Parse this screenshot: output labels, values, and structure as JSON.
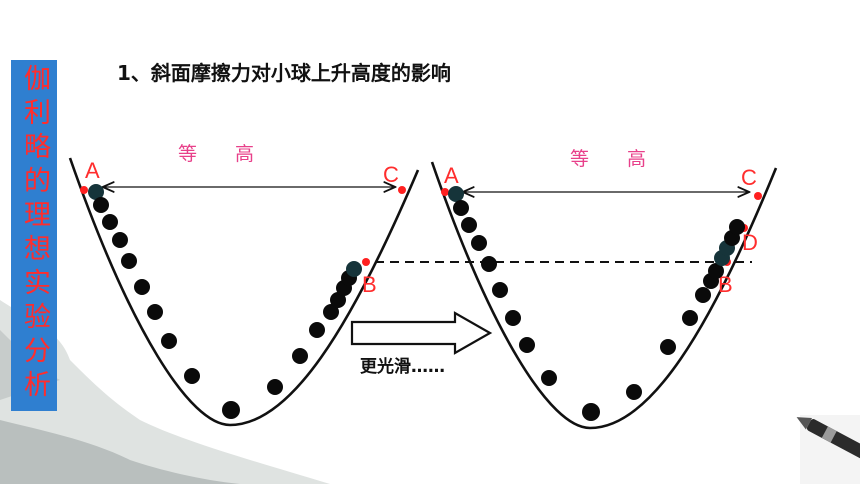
{
  "side_title": "伽利略的理想实验分析",
  "heading": "1、斜面摩擦力对小球上升高度的影响",
  "left_diagram": {
    "equal_height_label": "等 高",
    "point_a": "A",
    "point_b": "B",
    "point_c": "C"
  },
  "right_diagram": {
    "equal_height_label": "等 高",
    "point_a": "A",
    "point_b": "B",
    "point_c": "C",
    "point_d": "D"
  },
  "transition_label": "更光滑……",
  "colors": {
    "side_panel": "#2f7fd0",
    "side_title": "#ff2d2d",
    "point_marker": "#ff2020",
    "equal_height_text": "#e8408a"
  }
}
